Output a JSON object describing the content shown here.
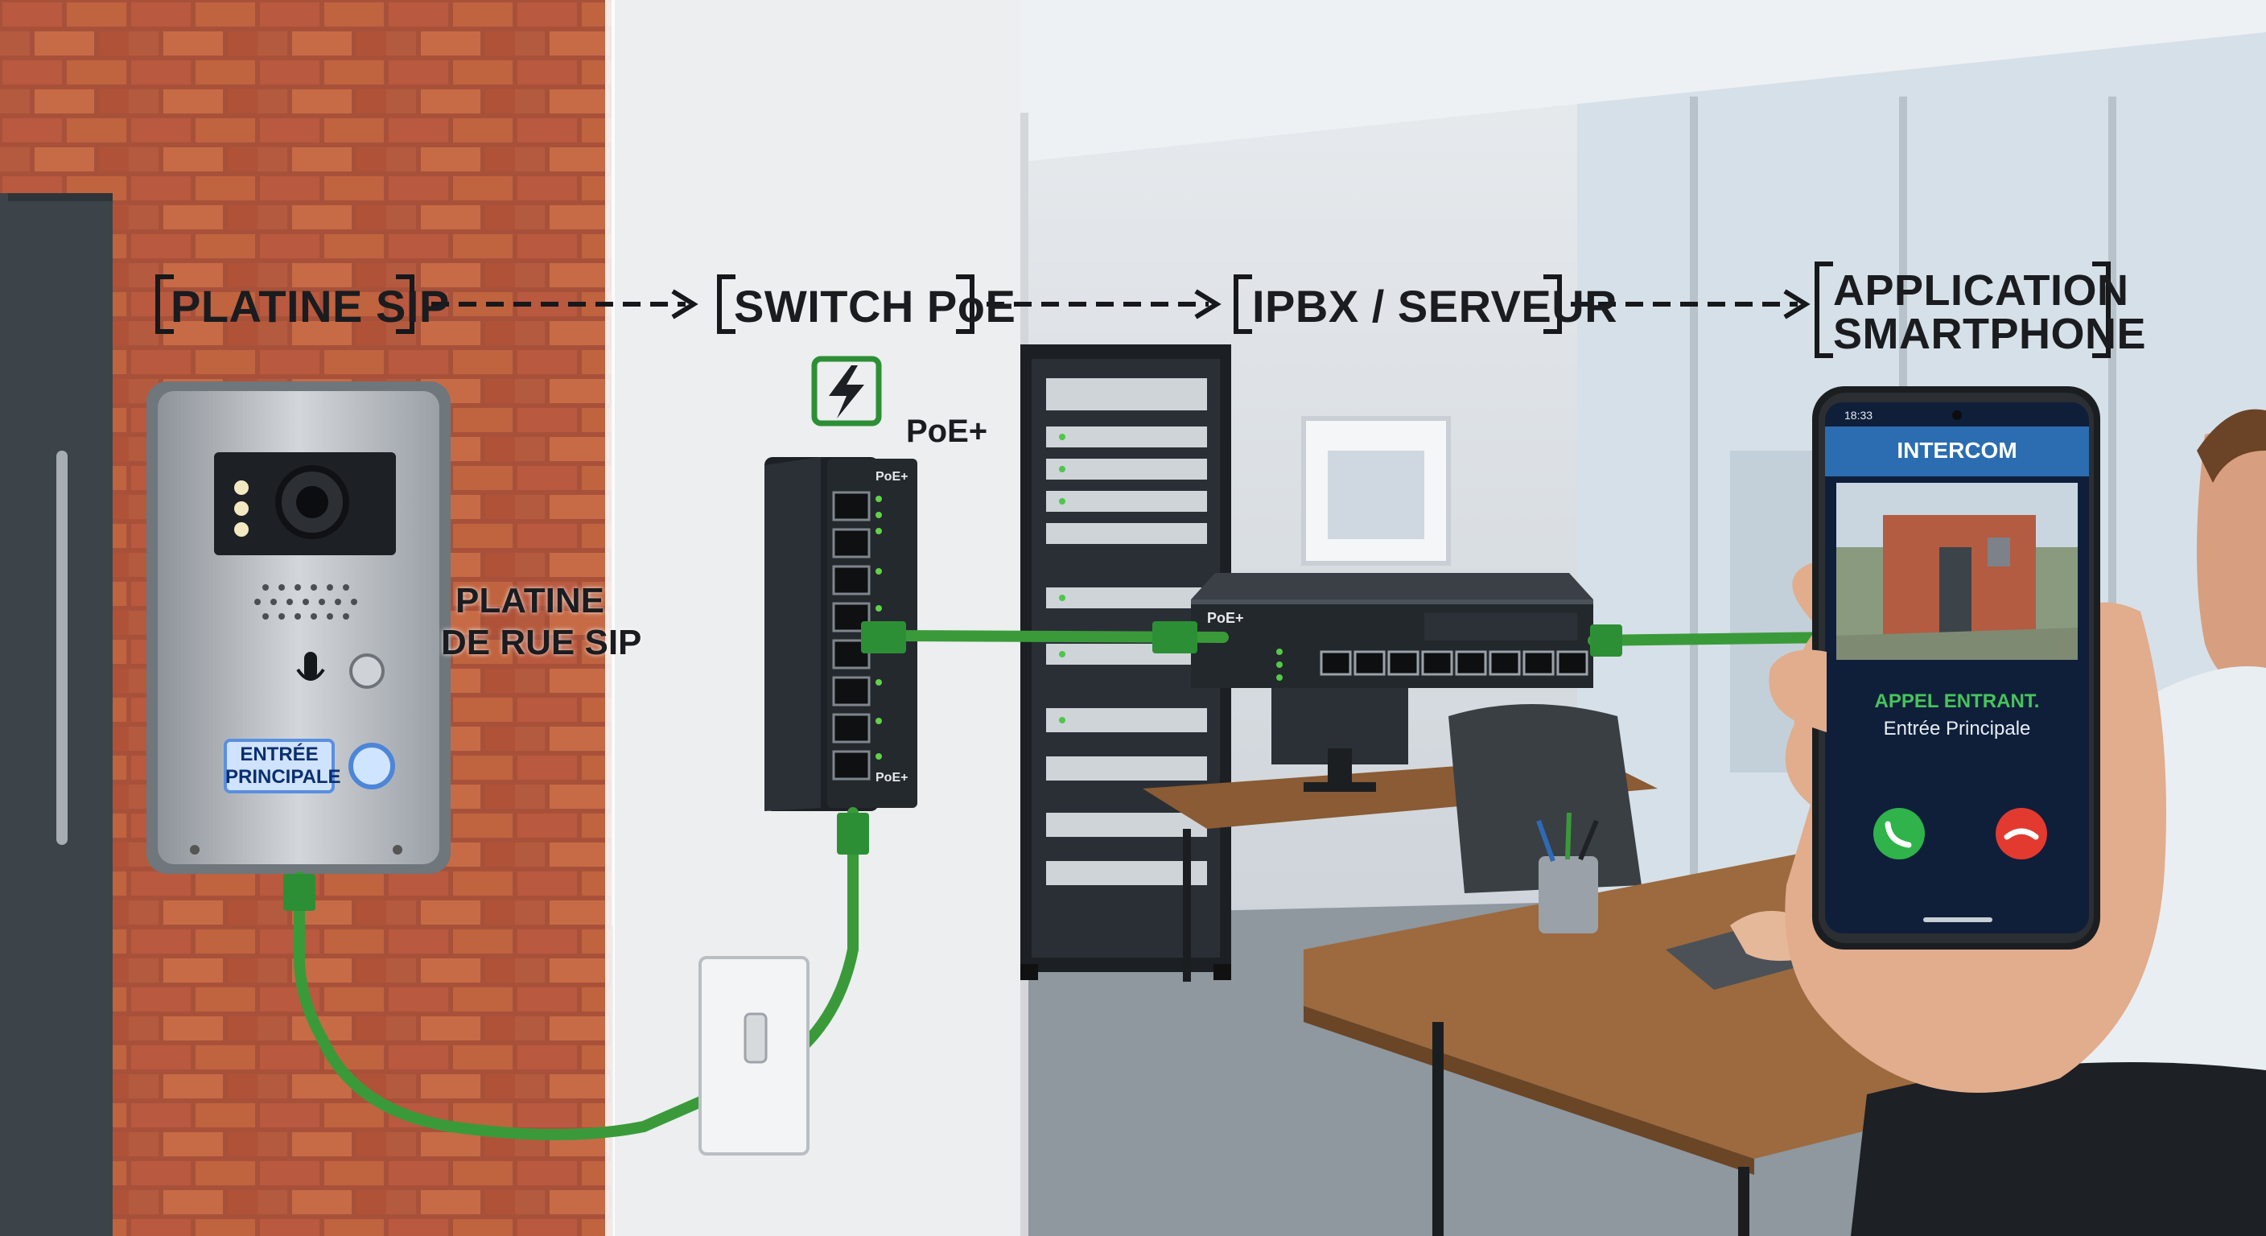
{
  "stages": [
    {
      "id": "platine",
      "label": "PLATINE SIP"
    },
    {
      "id": "switch",
      "label": "SWITCH PoE"
    },
    {
      "id": "ipbx",
      "label": "IPBX / SERVEUR"
    },
    {
      "id": "app",
      "label_line1": "APPLICATION",
      "label_line2": "SMARTPHONE"
    }
  ],
  "side_labels": {
    "platine_line1": "PLATINE",
    "platine_line2": "DE RUE SIP",
    "poe_plus": "PoE+"
  },
  "door_panel": {
    "button_line1": "ENTRÉE",
    "button_line2": "PRINCIPALE"
  },
  "switch_wall": {
    "badge_top": "PoE+",
    "badge_bottom": "PoE+"
  },
  "switch_rack": {
    "badge": "PoE+"
  },
  "phone": {
    "time": "18:33",
    "app_title": "INTERCOM",
    "status": "APPEL ENTRANT.",
    "caller": "Entrée Principale"
  },
  "colors": {
    "cable": "#3a9a3a",
    "brick": "#b5533a",
    "arrow": "#16181b",
    "accept": "#2fb34a",
    "decline": "#e23a2f",
    "phone_header": "#2b6db0"
  }
}
